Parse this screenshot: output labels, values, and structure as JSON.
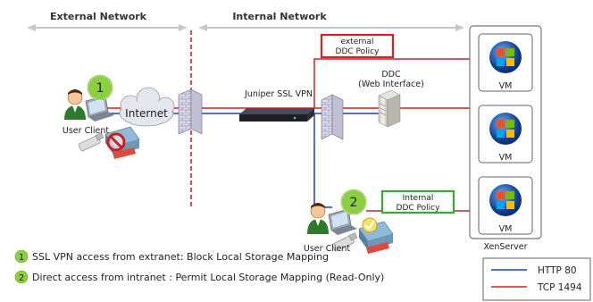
{
  "headers": {
    "external": "External Network",
    "internal": "Internal Network"
  },
  "client1": {
    "step_number": "1",
    "label": "User Client",
    "cloud_label": "Internet"
  },
  "client2": {
    "step_number": "2",
    "label": "User Client"
  },
  "vpn": {
    "label": "Juniper SSL VPN"
  },
  "ddc": {
    "line1": "DDC",
    "line2": "(Web Interface)"
  },
  "external_policy": {
    "line1": "external",
    "line2": "DDC Policy",
    "color": "#e0201c"
  },
  "internal_policy": {
    "line1": "Internal",
    "line2": "DDC Policy",
    "color": "#3aa93a"
  },
  "xenserver": {
    "label": "XenServer",
    "vms": [
      "VM",
      "VM",
      "VM"
    ]
  },
  "notes": [
    {
      "number": "1",
      "text": "SSL VPN access from extranet: Block Local Storage Mapping"
    },
    {
      "number": "2",
      "text": "Direct access from intranet : Permit Local Storage Mapping (Read-Only)"
    }
  ],
  "legend": [
    {
      "label": "HTTP 80",
      "color": "#1f3fd1"
    },
    {
      "label": "TCP 1494",
      "color": "#d42020"
    }
  ],
  "colors": {
    "http": "#1f3fd1",
    "tcp": "#d42020",
    "boundary": "#e0201c",
    "step_badge": "#8ccf3f"
  }
}
